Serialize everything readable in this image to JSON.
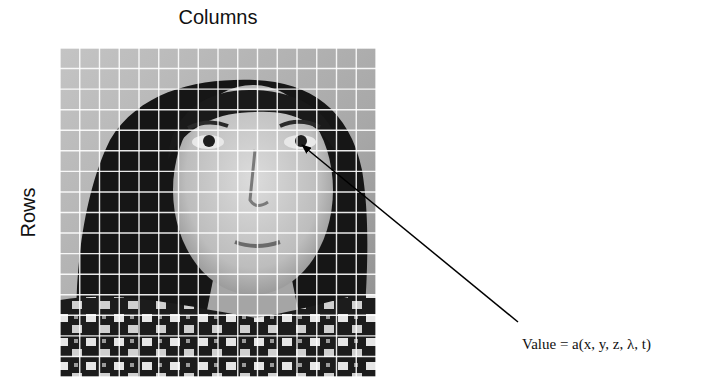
{
  "diagram": {
    "labels": [
      "Columns",
      "Rows",
      "Value = a(x, y, z, λ, t)"
    ]
  }
}
